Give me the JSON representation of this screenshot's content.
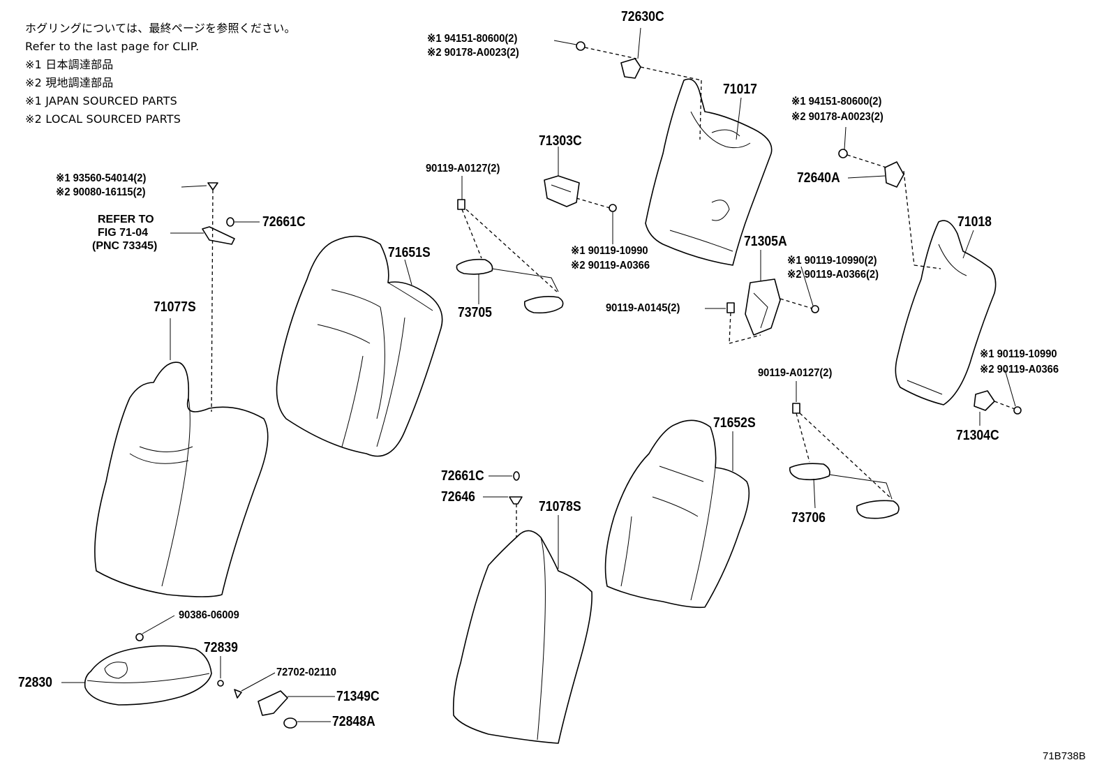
{
  "notes": {
    "line1": "ホグリングについては、最終ページを参照ください。",
    "line2": "Refer to the last page for CLIP.",
    "line3": "※1 日本調達部品",
    "line4": "※2 現地調達部品",
    "line5": "※1 JAPAN SOURCED PARTS",
    "line6": "※2 LOCAL SOURCED PARTS"
  },
  "labels": {
    "p72630C": "72630C",
    "p72630C_n1": "※1 94151-80600(2)",
    "p72630C_n2": "※2 90178-A0023(2)",
    "p71017": "71017",
    "p72640A_n1": "※1 94151-80600(2)",
    "p72640A_n2": "※2 90178-A0023(2)",
    "p72640A": "72640A",
    "p71018": "71018",
    "p71303C": "71303C",
    "p90119A0127a": "90119-A0127(2)",
    "p71303C_n1": "※1 90119-10990",
    "p71303C_n2": "※2 90119-A0366",
    "p73705": "73705",
    "p71305A": "71305A",
    "p71305A_n1": "※1 90119-10990(2)",
    "p71305A_n2": "※2 90119-A0366(2)",
    "p90119A0145": "90119-A0145(2)",
    "p71651S": "71651S",
    "p71077S": "71077S",
    "bolt_n1": "※1 93560-54014(2)",
    "bolt_n2": "※2 90080-16115(2)",
    "ref_line1": "REFER  TO",
    "ref_line2": "FIG  71-04",
    "ref_line3": "(PNC  73345)",
    "p72661C_a": "72661C",
    "p72661C_b": "72661C",
    "p72646": "72646",
    "p71078S": "71078S",
    "p71652S": "71652S",
    "p90119A0127b": "90119-A0127(2)",
    "p73706": "73706",
    "p71304C_n1": "※1 90119-10990",
    "p71304C_n2": "※2 90119-A0366",
    "p71304C": "71304C",
    "p90386": "90386-06009",
    "p72839": "72839",
    "p72830": "72830",
    "p72702": "72702-02110",
    "p71349C": "71349C",
    "p72848A": "72848A",
    "diagram_code": "71B738B"
  }
}
